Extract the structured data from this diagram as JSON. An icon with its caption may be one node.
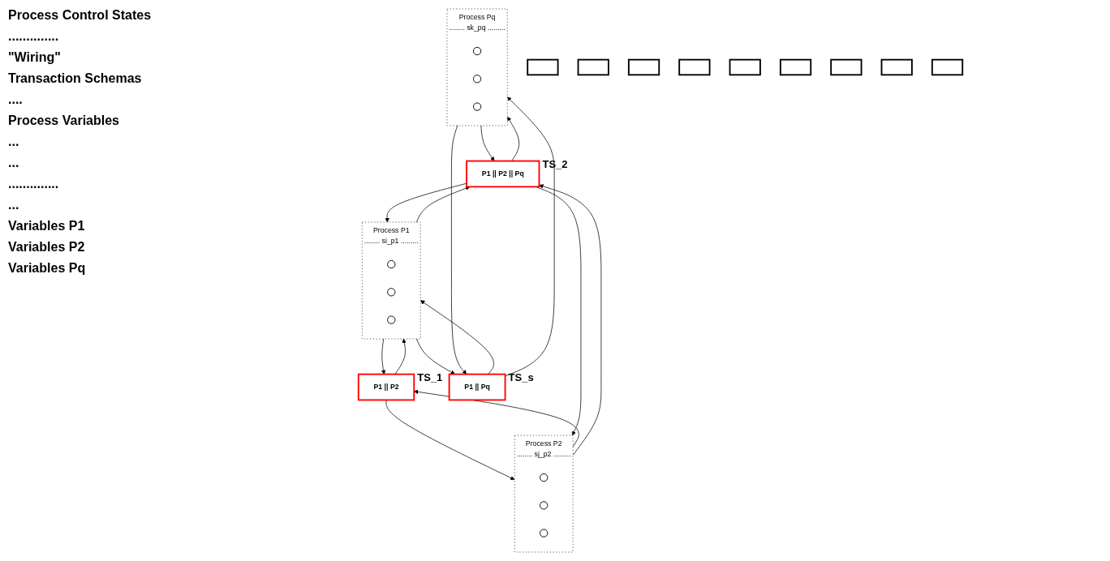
{
  "diagram": {
    "nodes": [
      {
        "text": [
          "Process P1",
          "........ si_p1 ........."
        ]
      },
      {
        "text": [],
        "shape": "circle",
        "in": 0
      },
      {
        "text": [],
        "shape": "circle",
        "in": 0
      },
      {
        "text": [],
        "shape": "circle",
        "in": 0
      },
      {
        "text": [
          "Process P2",
          "........ sj_p2 ........."
        ]
      },
      {
        "text": [],
        "shape": "circle",
        "in": 4
      },
      {
        "text": [],
        "shape": "circle",
        "in": 4
      },
      {
        "text": [],
        "shape": "circle",
        "in": 4
      },
      {
        "text": [
          "Process Pq",
          "........ sk_pq ........."
        ]
      },
      {
        "text": [],
        "shape": "circle",
        "in": 8
      },
      {
        "text": [],
        "shape": "circle",
        "in": 8
      },
      {
        "text": [],
        "shape": "circle",
        "in": 8
      },
      {
        "text": [
          "P1 || P2"
        ],
        "beside": [
          "TS_1"
        ]
      },
      {
        "text": [
          "P1 || P2 || Pq"
        ],
        "beside": [
          "TS_2"
        ]
      },
      {
        "text": [
          "P1 || Pq"
        ],
        "beside": [
          "TS_s"
        ]
      },
      {
        "text": [],
        "shape": "box"
      },
      {
        "text": [],
        "shape": "box"
      },
      {
        "text": [],
        "shape": "box"
      },
      {
        "text": [],
        "shape": "box"
      },
      {
        "text": [],
        "shape": "box"
      },
      {
        "text": [],
        "shape": "box"
      },
      {
        "text": [],
        "shape": "box"
      },
      {
        "text": [],
        "shape": "box"
      },
      {
        "text": [],
        "shape": "box"
      }
    ],
    "edges": [
      {
        "from": 0,
        "to": 12,
        "arrow": "to"
      },
      {
        "from": 12,
        "to": 0,
        "arrow": "to"
      },
      {
        "from": 0,
        "to": 13,
        "arrow": "to"
      },
      {
        "from": 13,
        "to": 0,
        "arrow": "to"
      },
      {
        "from": 0,
        "to": 14,
        "arrow": "to"
      },
      {
        "from": 14,
        "to": 0,
        "arrow": "to"
      },
      {
        "from": 4,
        "to": 12,
        "arrow": "to"
      },
      {
        "from": 12,
        "to": 4,
        "arrow": "to"
      },
      {
        "from": 4,
        "to": 13,
        "arrow": "to"
      },
      {
        "from": 13,
        "to": 4,
        "arrow": "to"
      },
      {
        "from": 8,
        "to": 13,
        "arrow": "to"
      },
      {
        "from": 13,
        "to": 8,
        "arrow": "to"
      },
      {
        "from": 8,
        "to": 14,
        "arrow": "to"
      },
      {
        "from": 14,
        "to": 8,
        "arrow": "to"
      }
    ],
    "labels": [
      "Process Control States",
      "..............",
      "\"Wiring\"",
      "Transaction Schemas",
      "....",
      "Process Variables",
      "...",
      "...",
      "..............",
      "...",
      "Variables P1",
      "Variables P2",
      "Variables Pq"
    ]
  }
}
